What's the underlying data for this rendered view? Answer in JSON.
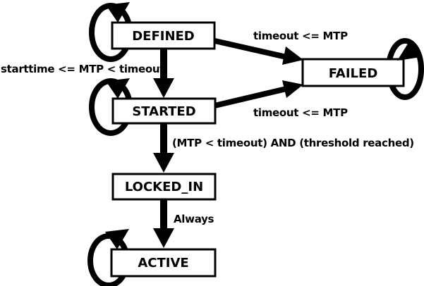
{
  "diagram": {
    "title": "state-machine-diagram",
    "colors": {
      "background": "#ffffff",
      "line": "#000000",
      "box_fill": "#ffffff",
      "text": "#000000"
    },
    "states": [
      {
        "id": "defined",
        "label": "DEFINED"
      },
      {
        "id": "started",
        "label": "STARTED"
      },
      {
        "id": "failed",
        "label": "FAILED"
      },
      {
        "id": "locked_in",
        "label": "LOCKED_IN"
      },
      {
        "id": "active",
        "label": "ACTIVE"
      }
    ],
    "transitions": [
      {
        "from": "defined",
        "to": "defined",
        "label": ""
      },
      {
        "from": "defined",
        "to": "started",
        "label": "starttime <= MTP < timeout"
      },
      {
        "from": "defined",
        "to": "failed",
        "label": "timeout <= MTP"
      },
      {
        "from": "started",
        "to": "started",
        "label": ""
      },
      {
        "from": "started",
        "to": "failed",
        "label": "timeout <= MTP"
      },
      {
        "from": "started",
        "to": "locked_in",
        "label": "(MTP < timeout) AND (threshold reached)"
      },
      {
        "from": "locked_in",
        "to": "active",
        "label": "Always"
      },
      {
        "from": "failed",
        "to": "failed",
        "label": ""
      },
      {
        "from": "active",
        "to": "active",
        "label": ""
      }
    ]
  }
}
